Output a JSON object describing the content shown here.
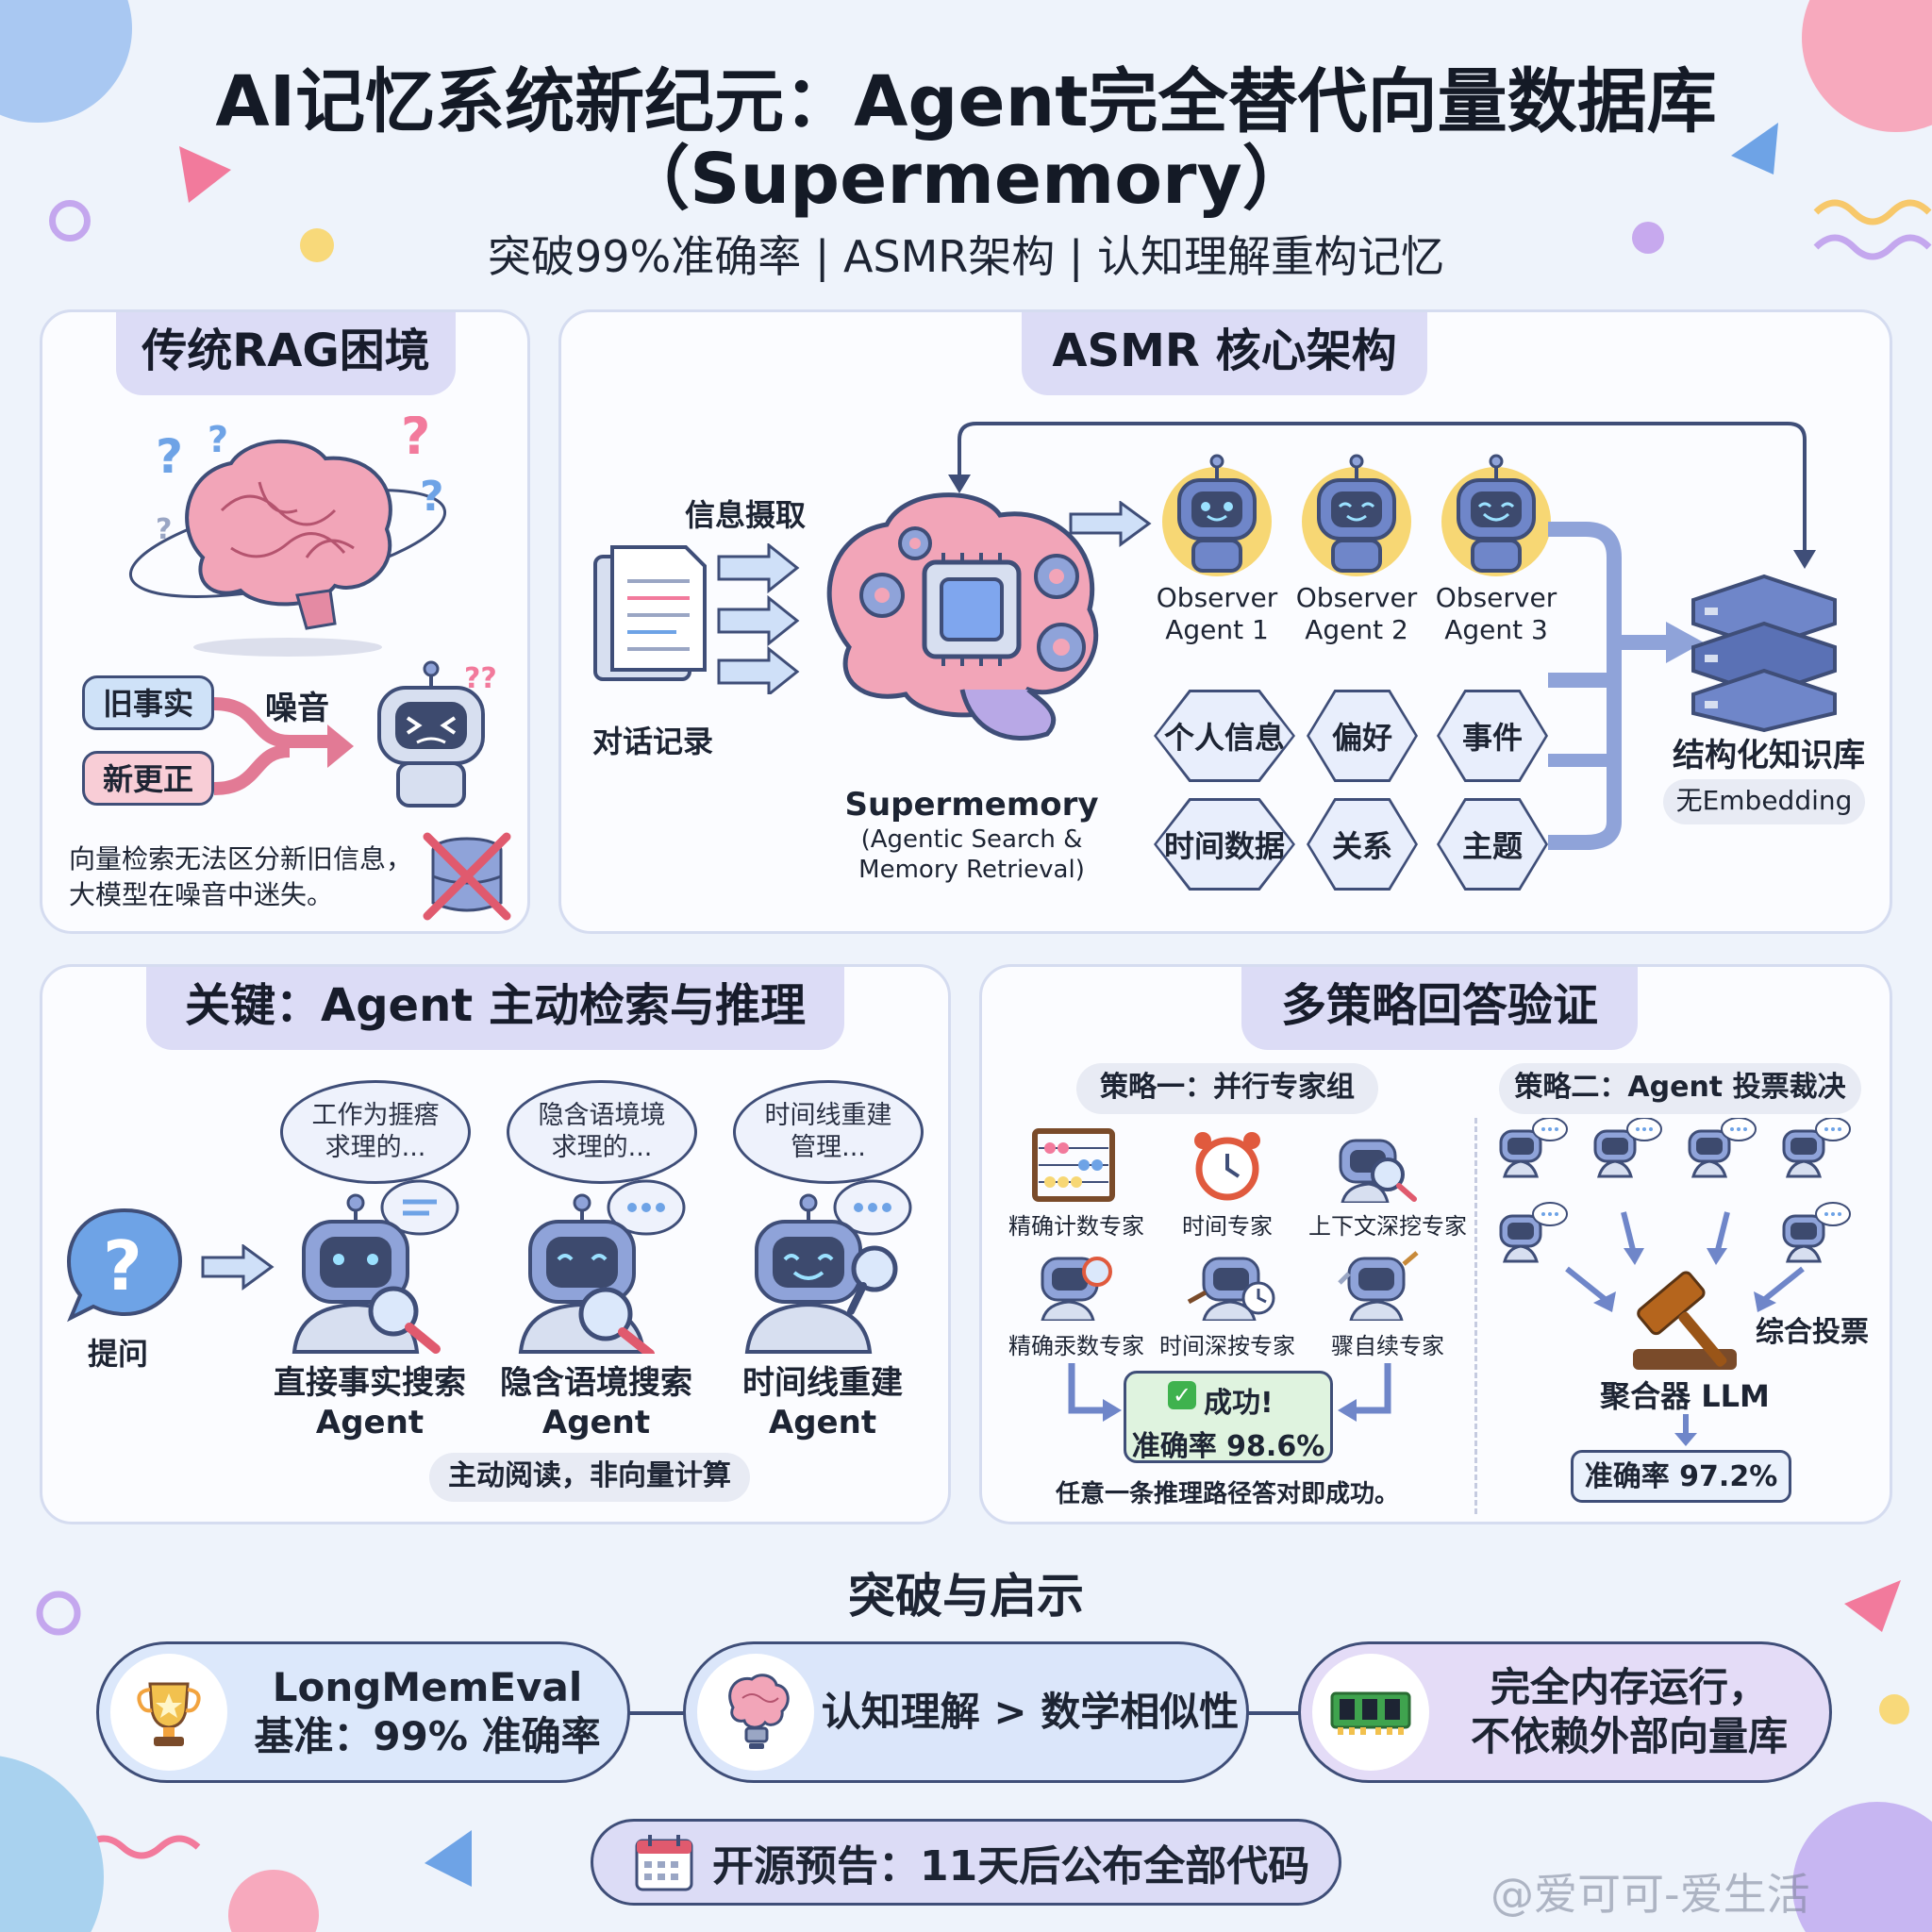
{
  "header": {
    "title_line1": "AI记忆系统新纪元：Agent完全替代向量数据库",
    "title_line2": "（Supermemory）",
    "subtitle": "突破99%准确率 | ASMR架构 | 认知理解重构记忆"
  },
  "rag_panel": {
    "tab": "传统RAG困境",
    "old_fact": "旧事实",
    "new_fact": "新更正",
    "noise": "噪音",
    "caption_line1": "向量检索无法区分新旧信息，",
    "caption_line2": "大模型在噪音中迷失。"
  },
  "asmr_panel": {
    "tab": "ASMR 核心架构",
    "info_extract": "信息摄取",
    "dialog_record": "对话记录",
    "supermemory_name": "Supermemory",
    "supermemory_sub1": "(Agentic Search &",
    "supermemory_sub2": "Memory Retrieval)",
    "observers": [
      {
        "line1": "Observer",
        "line2": "Agent 1"
      },
      {
        "line1": "Observer",
        "line2": "Agent 2"
      },
      {
        "line1": "Observer",
        "line2": "Agent 3"
      }
    ],
    "categories_row1": [
      "个人信息",
      "偏好",
      "事件"
    ],
    "categories_row2": [
      "时间数据",
      "关系",
      "主题"
    ],
    "kb_title": "结构化知识库",
    "kb_badge": "无Embedding"
  },
  "agent_panel": {
    "tab": "关键：Agent 主动检索与推理",
    "question_label": "提问",
    "bubbles": [
      {
        "line1": "工作为捱瘩",
        "line2": "求理的..."
      },
      {
        "line1": "隐含语境境",
        "line2": "求理的..."
      },
      {
        "line1": "时间线重建",
        "line2": "管理..."
      }
    ],
    "agents": [
      {
        "line1": "直接事实搜索",
        "line2": "Agent"
      },
      {
        "line1": "隐含语境搜索",
        "line2": "Agent"
      },
      {
        "line1": "时间线重建",
        "line2": "Agent"
      }
    ],
    "footer": "主动阅读，非向量计算"
  },
  "strategy_panel": {
    "tab": "多策略回答验证",
    "strategy1": "策略一：并行专家组",
    "strategy2": "策略二：Agent 投票裁决",
    "experts_row1": [
      "精确计数专家",
      "时间专家",
      "上下文深挖专家"
    ],
    "experts_row2": [
      "精确汞数专家",
      "时间深按专家",
      "骤自续专家"
    ],
    "success_title": "成功!",
    "success_rate": "准确率 98.6%",
    "success_note": "任意一条推理路径答对即成功。",
    "vote_label": "综合投票",
    "aggregator": "聚合器 LLM",
    "vote_rate": "准确率 97.2%"
  },
  "insights": {
    "title": "突破与启示",
    "card1_line1": "LongMemEval",
    "card1_line2": "基准：99% 准确率",
    "card2": "认知理解 > 数学相似性",
    "card3_line1": "完全内存运行，",
    "card3_line2": "不依赖外部向量库",
    "open_source": "开源预告：11天后公布全部代码",
    "watermark": "@爱可可-爱生活"
  },
  "colors": {
    "panel_tab": "#dcdcf6",
    "outline": "#3f4e78",
    "brain_pink": "#f2a5b8",
    "robot_blue": "#6f86c9",
    "accent_yellow": "#f7d774",
    "success_green": "#dff3df"
  }
}
